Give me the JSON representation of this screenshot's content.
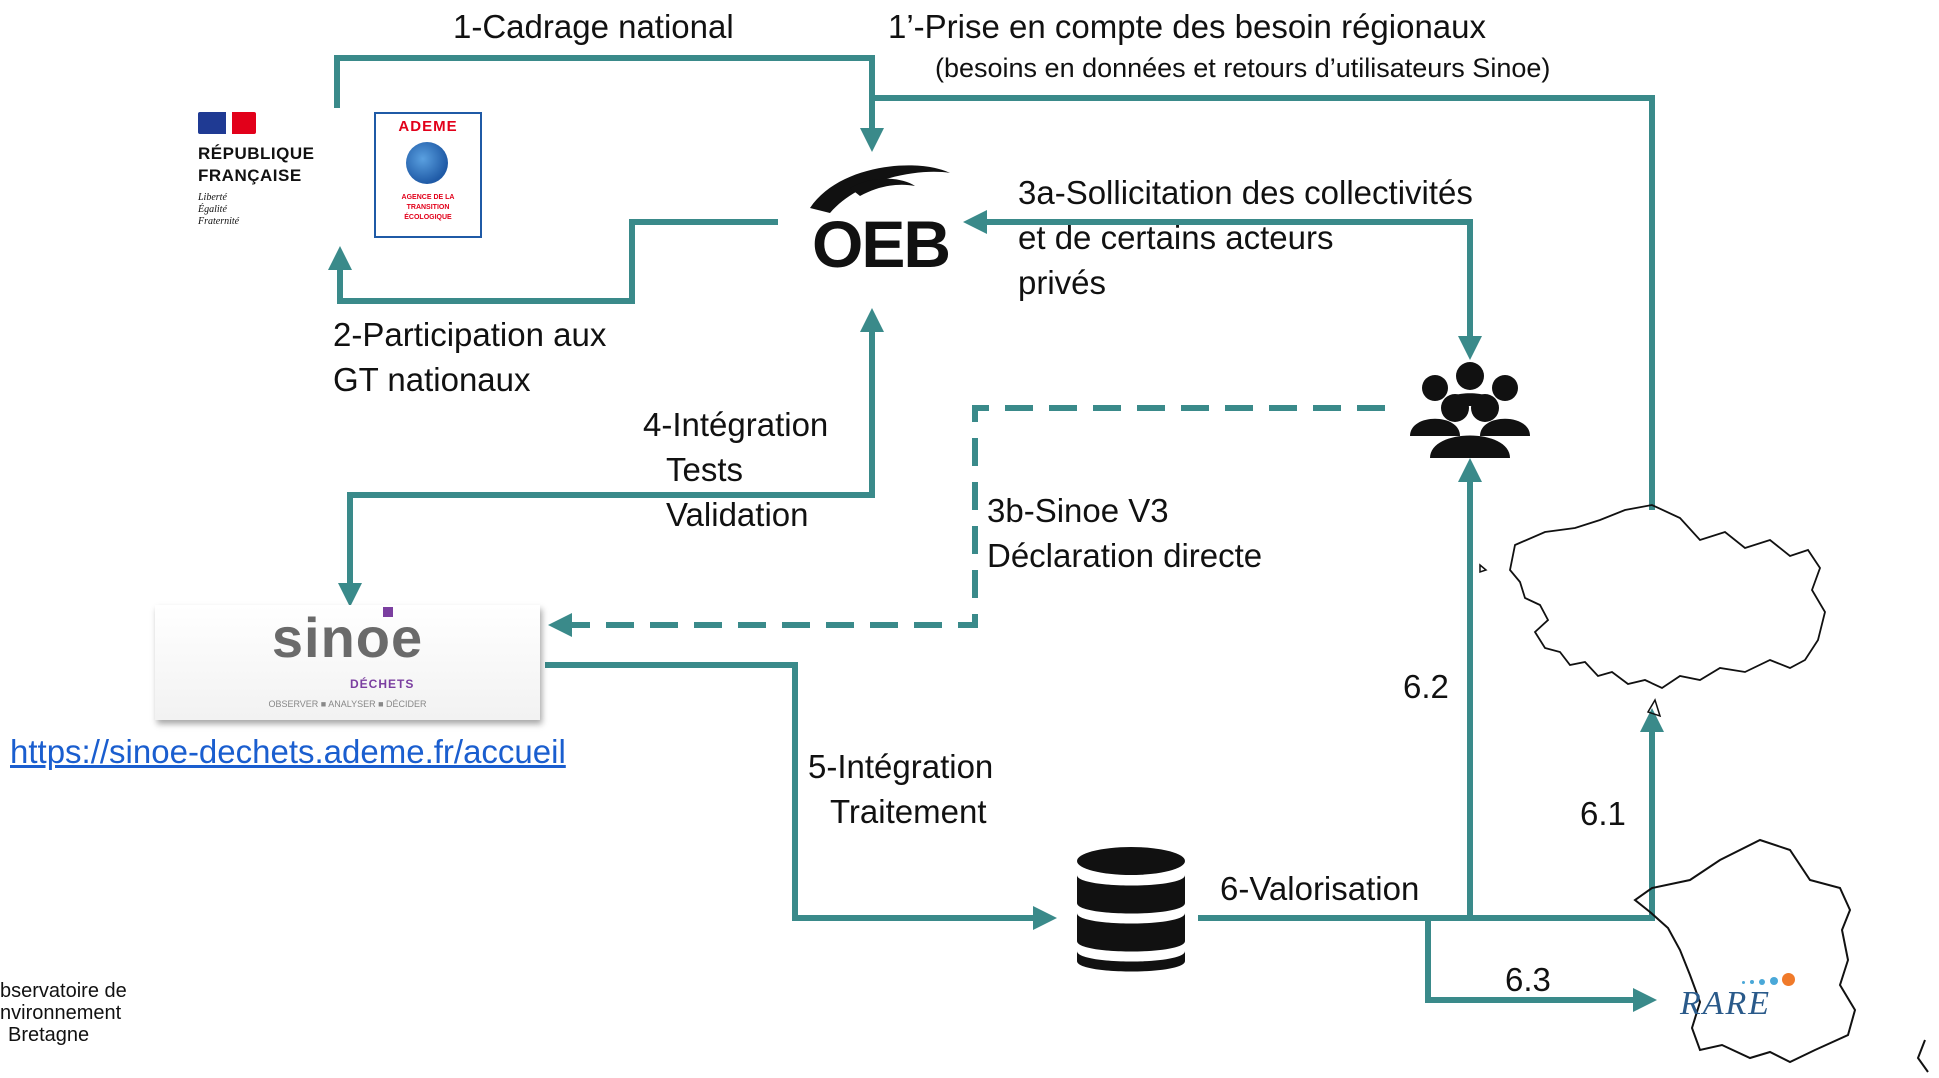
{
  "colors": {
    "flow": "#3a8a8a",
    "link": "#1a5ecf",
    "ademe_red": "#e2001a",
    "ademe_blue": "#1f5aa6"
  },
  "icons": [
    "republique-francaise-logo",
    "ademe-logo",
    "oeb-logo",
    "people-group-icon",
    "database-icon",
    "brittany-map",
    "france-map",
    "rare-logo",
    "sinoe-logo"
  ],
  "steps": {
    "s1": "1-Cadrage national",
    "s1p_line1": "1’-Prise en compte des besoin régionaux",
    "s1p_line2": "(besoins en données et retours d’utilisateurs Sinoe)",
    "s2_line1": "2-Participation aux",
    "s2_line2": "GT nationaux",
    "s3a_line1": "3a-Sollicitation des collectivités",
    "s3a_line2": "et de certains acteurs",
    "s3a_line3": "privés",
    "s3b_line1": "3b-Sinoe V3",
    "s3b_line2": "Déclaration directe",
    "s4_line1": "4-Intégration",
    "s4_line2": "Tests",
    "s4_line3": "Validation",
    "s5_line1": "5-Intégration",
    "s5_line2": "Traitement",
    "s6": "6-Valorisation",
    "s61": "6.1",
    "s62": "6.2",
    "s63": "6.3"
  },
  "logos": {
    "rf_line1": "RÉPUBLIQUE",
    "rf_line2": "FRANÇAISE",
    "rf_motto1": "Liberté",
    "rf_motto2": "Égalité",
    "rf_motto3": "Fraternité",
    "ademe_title": "ADEME",
    "ademe_sub1": "AGENCE DE LA",
    "ademe_sub2": "TRANSITION",
    "ademe_sub3": "ÉCOLOGIQUE",
    "oeb": "OEB",
    "sinoe_name": "sinoe",
    "sinoe_sub": "DÉCHETS",
    "sinoe_tagline": "OBSERVER ■ ANALYSER ■ DÉCIDER",
    "rare": "RARE",
    "footer_line1": "bservatoire de",
    "footer_line2": "nvironnement",
    "footer_line3": "Bretagne"
  },
  "sinoe_url": "https://sinoe-dechets.ademe.fr/accueil"
}
